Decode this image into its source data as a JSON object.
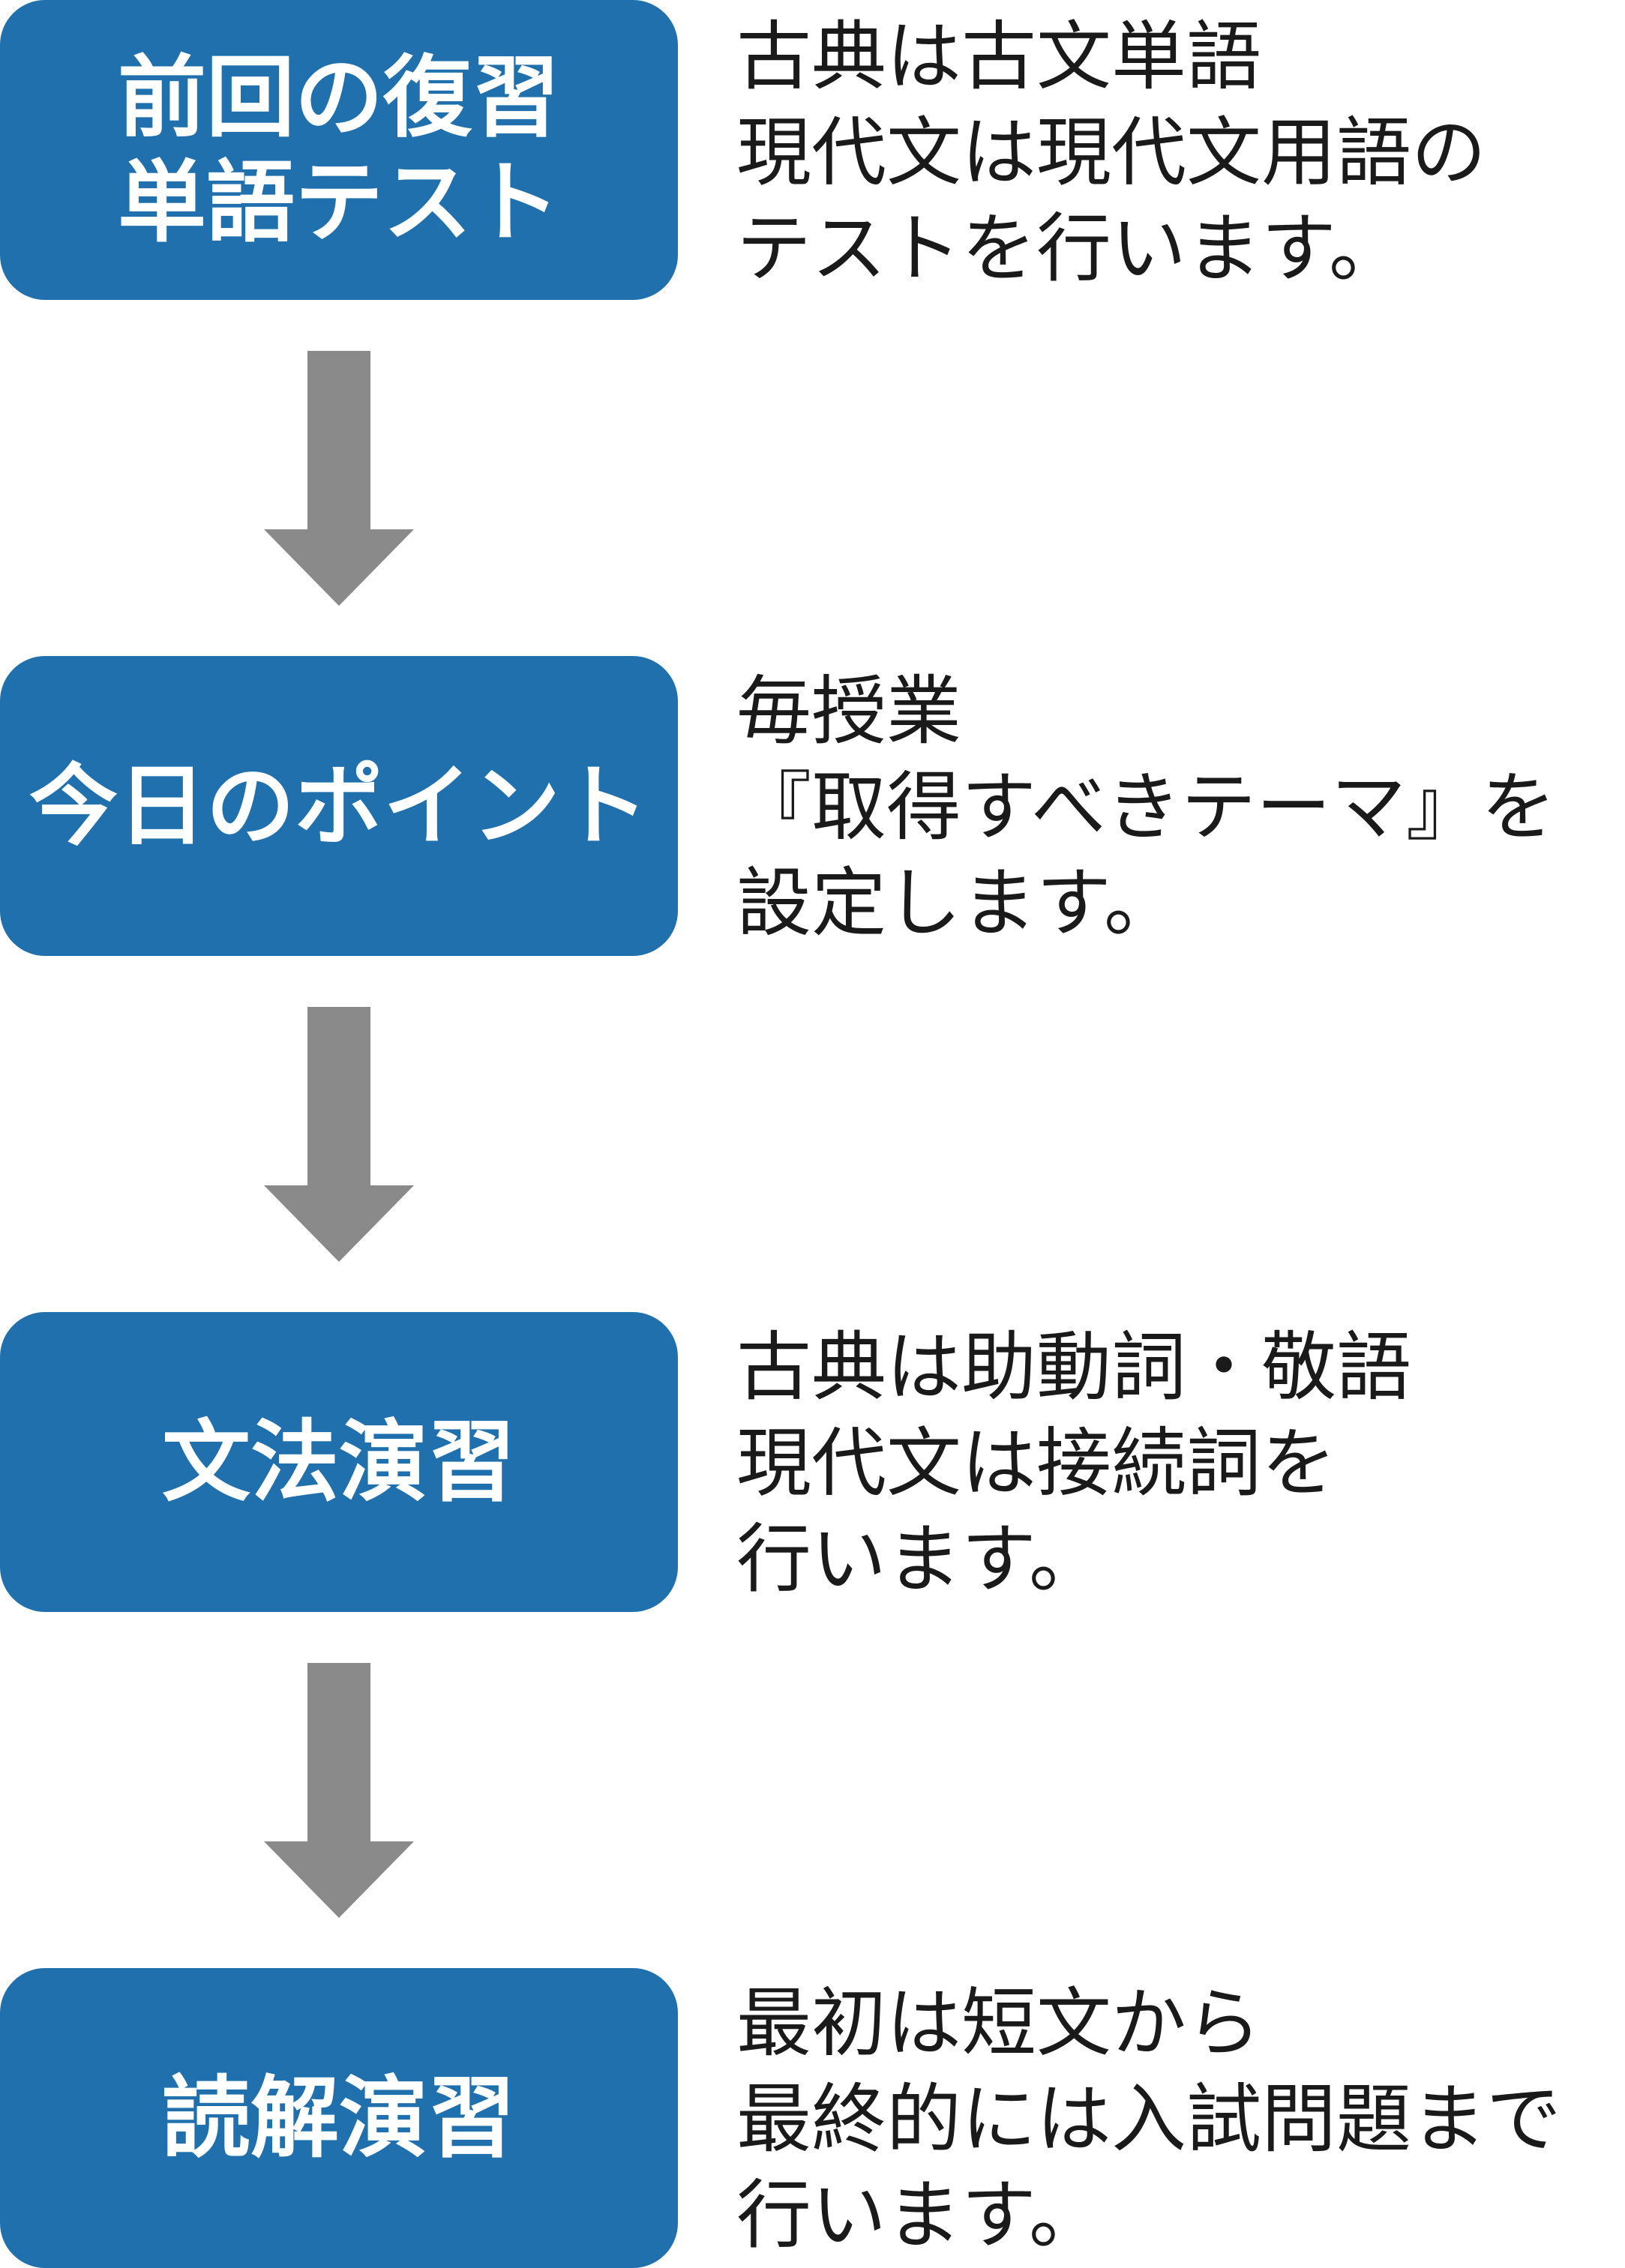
{
  "steps": [
    {
      "title_lines": [
        "前回の復習",
        "単語テスト"
      ],
      "desc_lines": [
        "古典は古文単語",
        "現代文は現代文用語の",
        "テストを行います。"
      ]
    },
    {
      "title_lines": [
        "今日のポイント"
      ],
      "desc_lines": [
        "毎授業",
        "『取得すべきテーマ』を",
        "設定します。"
      ]
    },
    {
      "title_lines": [
        "文法演習"
      ],
      "desc_lines": [
        "古典は助動詞・敬語",
        "現代文は接続詞を",
        "行います。"
      ]
    },
    {
      "title_lines": [
        "読解演習"
      ],
      "desc_lines": [
        "最初は短文から",
        "最終的には入試問題まで",
        "行います。"
      ]
    }
  ],
  "colors": {
    "box": "#1f70ad",
    "arrow": "#8a8a8a",
    "desc_text": "#1a1a1a",
    "title_text": "#ffffff"
  }
}
